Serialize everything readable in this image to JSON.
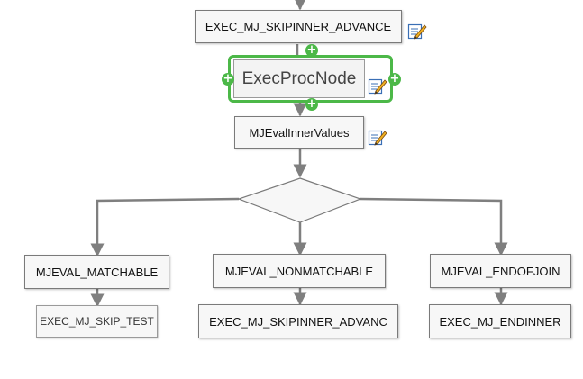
{
  "diagram": {
    "nodes": {
      "skipinner_advance": "EXEC_MJ_SKIPINNER_ADVANCE",
      "execprocnode": "ExecProcNode",
      "evalinnervalues": "MJEvalInnerValues",
      "matchable": "MJEVAL_MATCHABLE",
      "nonmatchable": "MJEVAL_NONMATCHABLE",
      "endofjoin": "MJEVAL_ENDOFJOIN",
      "skip_test": "EXEC_MJ_SKIP_TEST",
      "skipinner_advanc": "EXEC_MJ_SKIPINNER_ADVANC",
      "endinner": "EXEC_MJ_ENDINNER"
    },
    "decision_label": "",
    "edit_icon": "edit-pencil-icon",
    "add_handle_glyph": "+",
    "colors": {
      "selection": "#4cb848",
      "connector": "#7f7f7f",
      "node_fill": "#f7f7f7",
      "node_border": "#7a7a7a"
    }
  }
}
